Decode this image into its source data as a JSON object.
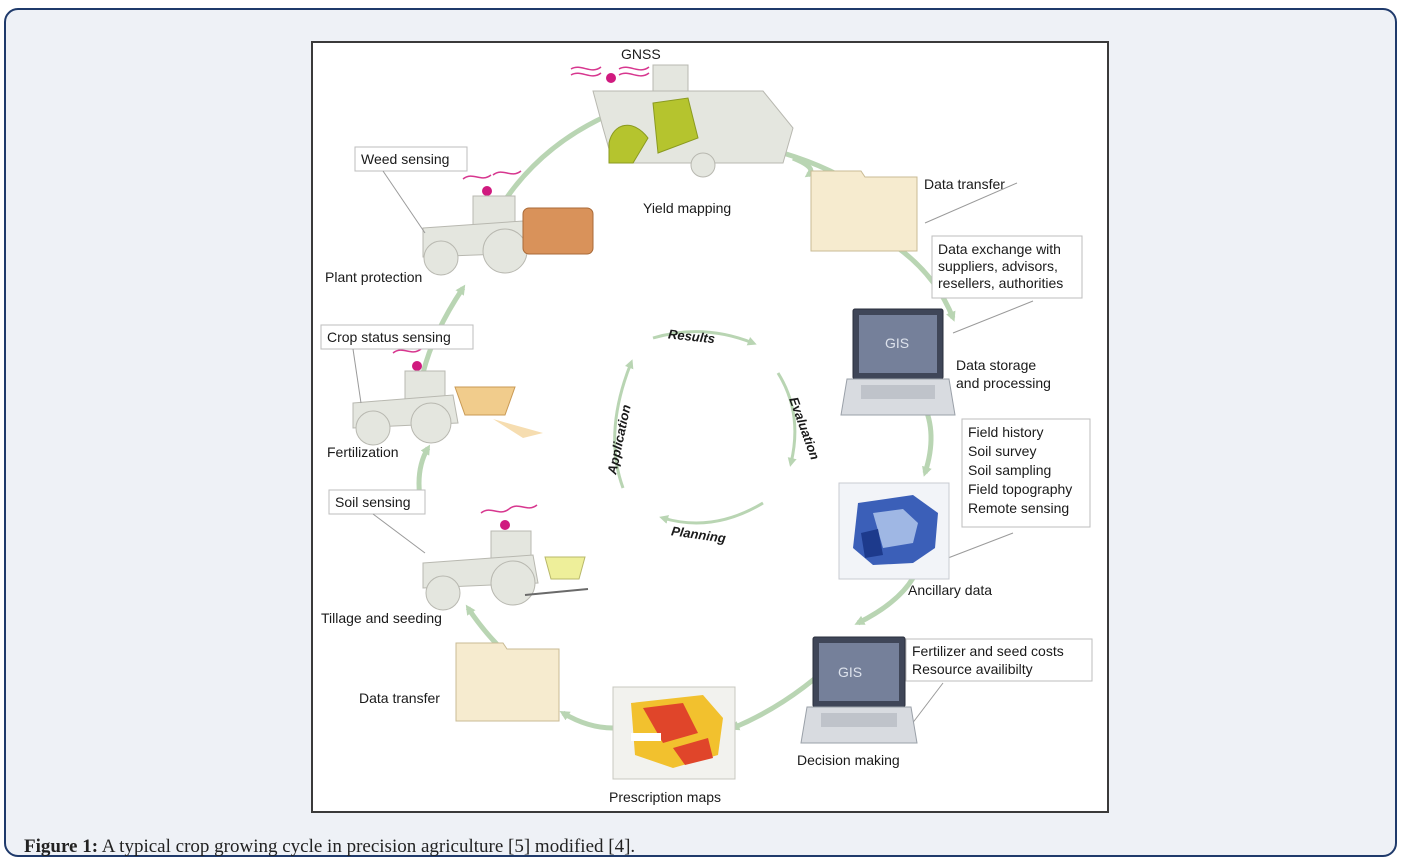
{
  "caption": {
    "prefix": "Figure 1:",
    "text": " A typical crop growing cycle in precision agriculture [5] modified [4]."
  },
  "labels": {
    "gnss": "GNSS",
    "yield_mapping": "Yield mapping",
    "data_transfer_top": "Data transfer",
    "data_exchange": [
      "Data exchange with",
      "suppliers, advisors,",
      "resellers, authorities"
    ],
    "gis": "GIS",
    "data_storage": [
      "Data storage",
      "and processing"
    ],
    "ancillary_list": [
      "Field history",
      "Soil survey",
      "Soil sampling",
      "Field topography",
      "Remote sensing"
    ],
    "ancillary_data": "Ancillary data",
    "costs": [
      "Fertilizer and seed costs",
      "Resource availibilty"
    ],
    "decision_making": "Decision making",
    "prescription_maps": "Prescription maps",
    "data_transfer_bottom": "Data transfer",
    "tillage_seeding": "Tillage and seeding",
    "soil_sensing": "Soil sensing",
    "fertilization": "Fertilization",
    "crop_status_sensing": "Crop status sensing",
    "plant_protection": "Plant protection",
    "weed_sensing": "Weed sensing"
  },
  "inner_cycle": {
    "results": "Results",
    "evaluation": "Evaluation",
    "planning": "Planning",
    "application": "Application"
  }
}
